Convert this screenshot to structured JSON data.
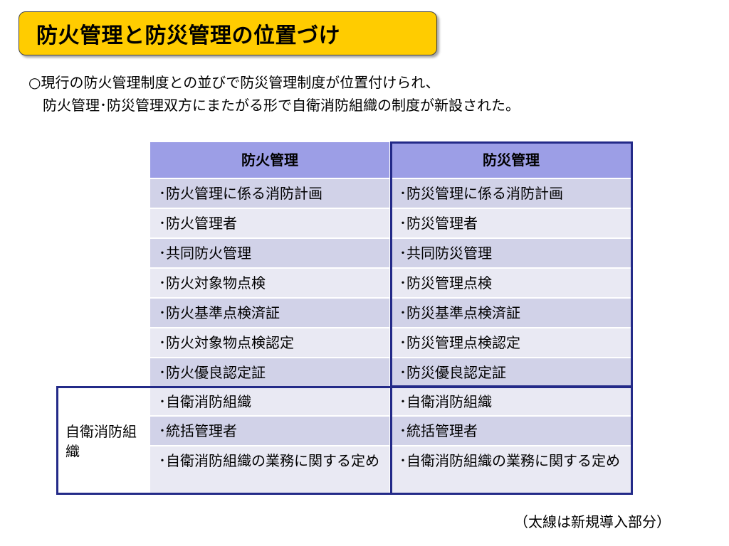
{
  "title": "防火管理と防災管理の位置づけ",
  "intro": {
    "line1": "○現行の防火管理制度との並びで防災管理制度が位置付けられ、",
    "line2": "防火管理･防災管理双方にまたがる形で自衛消防組織の制度が新設された。"
  },
  "table": {
    "headers": [
      "防火管理",
      "防災管理"
    ],
    "rows": [
      [
        "･防火管理に係る消防計画",
        "･防災管理に係る消防計画"
      ],
      [
        "･防火管理者",
        "･防災管理者"
      ],
      [
        "･共同防火管理",
        "･共同防災管理"
      ],
      [
        "･防火対象物点検",
        "･防災管理点検"
      ],
      [
        "･防火基準点検済証",
        "･防災基準点検済証"
      ],
      [
        "･防火対象物点検認定",
        "･防災管理点検認定"
      ],
      [
        "･防火優良認定証",
        "･防災優良認定証"
      ],
      [
        "･自衛消防組織",
        "･自衛消防組織"
      ],
      [
        "･統括管理者",
        "･統括管理者"
      ],
      [
        "･自衛消防組織の業務に関する定め",
        "･自衛消防組織の業務に関する定め"
      ]
    ],
    "side_label": "自衛消防組織"
  },
  "note": "（太線は新規導入部分）",
  "colors": {
    "title_bg": "#ffcc00",
    "header_bg": "#9c9ee6",
    "row_odd": "#d1d2e8",
    "row_even": "#e9e9f3",
    "outline": "#232a88"
  }
}
